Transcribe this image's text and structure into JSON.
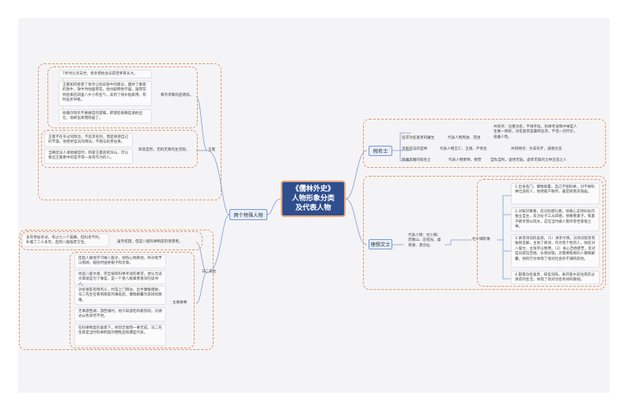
{
  "center_title": "《儒林外史》\n人物形象分类\n及代表人物",
  "left_branch": {
    "label": "两个特殊人物",
    "wang_mian": {
      "label": "王冕",
      "respect_mother": {
        "label": "尊亲孝敬的品德高。",
        "notes": [
          "7岁时父亲去世，母亲把他含辛茹苦养育长大。",
          "王冕如何接受了母亲让他去放牛的建议，面并了秦家的放牛，放牛时他画荷花，他也聪明地学画，画荷花到后来在四里八乡小有名气，卖到了钱补贴家用，有时侯买书看。",
          "他遵守母亲不要做官的遗嘱，即使后来朝廷请他出仕，他却远离而隐居了。"
        ]
      },
      "nature": {
        "label": "和谐自然，无拘无束的生活观。",
        "notes": [
          "王冕不在乎过问政治，不追求名利，而是保持自己的节操，他拒绝官员的拜访，不愿与权贵往来。",
          "当朝廷派人请他做官时，和家王冕逃到深山，可以看出王冕看中的是平等一身有作为的人。"
        ]
      }
    },
    "ma_er": {
      "label": "马二先生",
      "upright": {
        "label": "虽然贫困，但是八股科举制度的受害者。",
        "note": "多年参加考试，考过七八个篇赛，但科考不利，补廪了二十多年，直到八股临老方生。"
      },
      "stories": {
        "label": "主要故事",
        "notes": [
          "匡超人跟他学习做八股文，他热心地教他，并对他予以照顾，临别时送他银子和文章。",
          "他选八股文章，完全按照科举考试的要求，他认为读文章就是为了做官，是一个受八股毒害很深的读书人。",
          "对好朋友有情有义，时常上门拜访，出手慷慨相助，马二先生在看到朋友的难处后，慷慨解囊为其排忧解难。",
          "无事游西湖，游西湖时，他只知道吃和看热闹，对湖光山色浑然不觉。",
          "在科举制度的毒害下，终因迂腐而一事无成，马二先生即是当时科举制度的牺牲品和典型代表。"
        ]
      }
    }
  },
  "right_branch": {
    "false_scholars": {
      "label": "假名士",
      "rows": [
        {
          "desc": "追求功名富贵的庸生",
          "rep": "代表人物周进、范进",
          "common": "共同点：注重功名，不择手段，科举考试和中举是人生唯一目标，功名富贵是最终追求，不惜一切代价，扭曲人性。"
        },
        {
          "desc": "贪赃枉法的官绅",
          "rep": "代表人物王仁、王德、严贡生",
          "common": "共同特点：为非作歹，道德沦丧"
        },
        {
          "desc": "附庸风雅的假名士",
          "rep": "代表人物娄琫，娄瓒",
          "common": "自私自利，虚伪无耻，虚荣无知的士林丑恶之人"
        }
      ]
    },
    "ideal_scholars": {
      "label": "理想文士",
      "reps": "代表人物：杜少卿、迟衡山、庄绍光、虞育德、萧云仙",
      "du": {
        "label": "杜少卿形象",
        "notes": [
          "1.出身名门，慷慨挥霍。自己不图科举，对不屑科举仕途的人，他把家产散尽，最后到南京隐居。",
          "2.对知识尊重，反对封建礼教，他真心支持妇女的独立自主，反对女子三从四德，他尊重妻子，和妻子携手游山玩水，这在当时被人看作惊世骇俗之举。",
          "3.讲求诗词的美感，（1）讲求才情，对诗词欣赏有独到见解，主张了新诗，作为有个性的人，他反对八股文，主张学以致用，（2）关心百姓疾苦，反对官员欺压百姓，乐善好施，对需要帮助的人慷慨解囊，他的行为体现了他对社会的不满和反抗。",
          "4.鄙夷功名富贵，辞官归隐，离开家乡前往南京过清贫的生活，体现了他对功名利禄的藐视。"
        ]
      }
    }
  }
}
